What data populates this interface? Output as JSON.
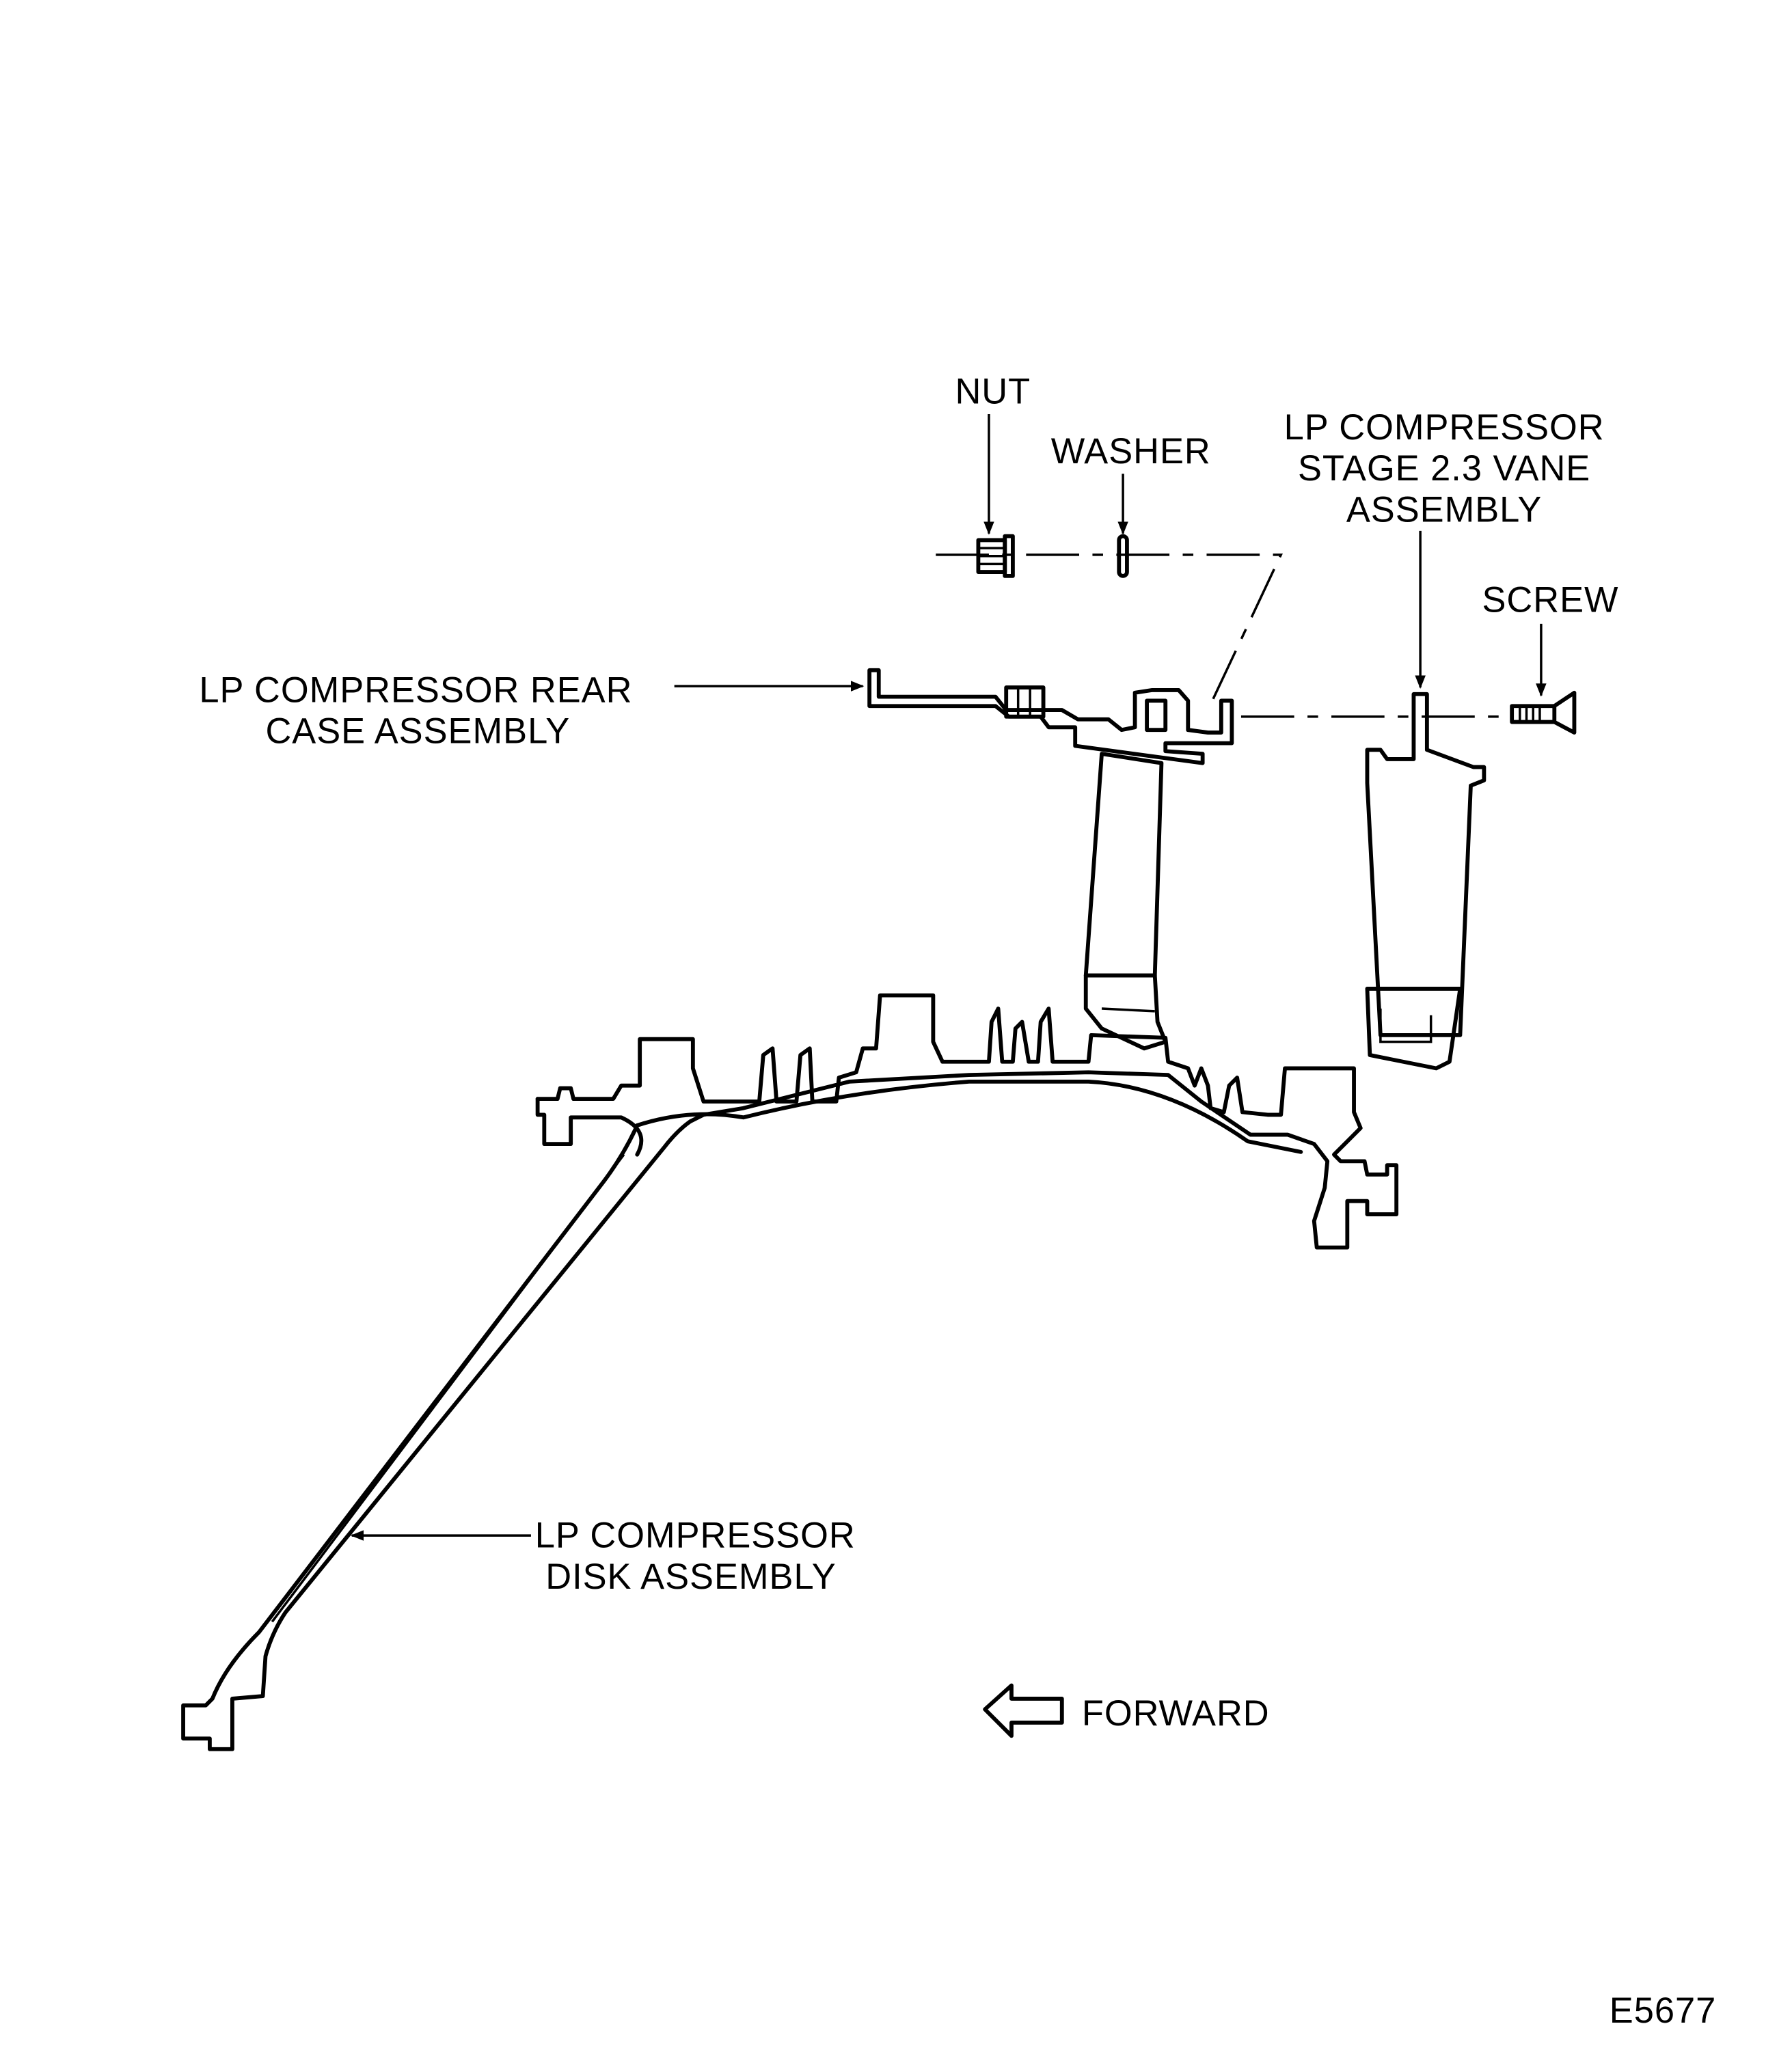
{
  "labels": {
    "nut": "NUT",
    "washer": "WASHER",
    "vane_assembly": [
      "LP COMPRESSOR",
      "STAGE 2.3 VANE",
      "ASSEMBLY"
    ],
    "screw": "SCREW",
    "rear_case": [
      "LP COMPRESSOR REAR",
      "CASE ASSEMBLY"
    ],
    "disk": [
      "LP COMPRESSOR",
      "DISK ASSEMBLY"
    ],
    "forward": "FORWARD"
  },
  "figure_id": "E5677"
}
